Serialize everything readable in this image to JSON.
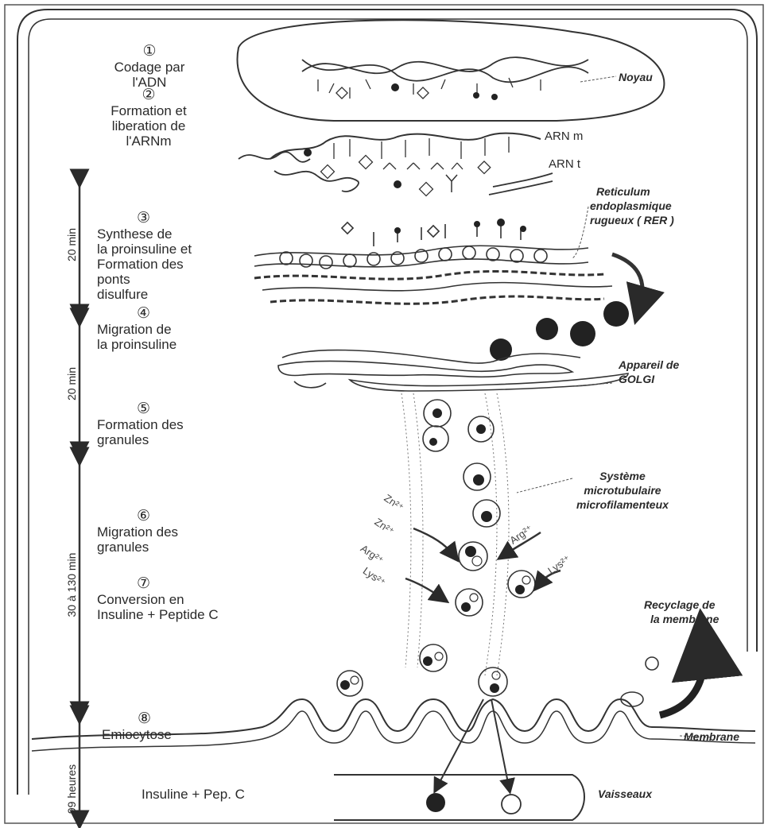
{
  "steps": [
    {
      "num": "①",
      "line1": "Codage par",
      "line2": "l'ADN"
    },
    {
      "num": "②",
      "line1": "Formation et",
      "line2": "liberation de",
      "line3": "l'ARNm"
    },
    {
      "num": "③",
      "line1": "Synthese de",
      "line2": "la proinsuline et",
      "line3": "Formation des",
      "line4": "ponts",
      "line5": "disulfure"
    },
    {
      "num": "④",
      "line1": "Migration de",
      "line2": "la proinsuline"
    },
    {
      "num": "⑤",
      "line1": "Formation des",
      "line2": "granules"
    },
    {
      "num": "⑥",
      "line1": "Migration des",
      "line2": "granules"
    },
    {
      "num": "⑦",
      "line1": "Conversion en",
      "line2": "Insuline + Peptide C"
    },
    {
      "num": "⑧",
      "line1": "Emiocytose"
    }
  ],
  "bottom_text": "Insuline + Pep.      C",
  "times": [
    "20 min",
    "20 min",
    "30 à 130 min",
    "99 heures"
  ],
  "structures": {
    "noyau": "Noyau",
    "arnm": "ARN m",
    "arnt": "ARN t",
    "reticulum": [
      "Reticulum",
      "endoplasmique",
      "rugueux  ( RER )"
    ],
    "golgi": [
      "Appareil de",
      "GOLGI"
    ],
    "microtub": [
      "Système",
      "microtubulaire",
      "microfilamenteux"
    ],
    "recyclage": [
      "Recyclage de",
      "la membrane"
    ],
    "membrane": "Membrane",
    "vaisseaux": "Vaisseaux"
  },
  "ions": [
    "Zn²⁺",
    "Zn²⁺",
    "Arg²⁺",
    "Lys²⁺",
    "Arg²⁺",
    "Lys²⁺"
  ],
  "colors": {
    "ink": "#2a2a2a",
    "background": "#ffffff"
  }
}
